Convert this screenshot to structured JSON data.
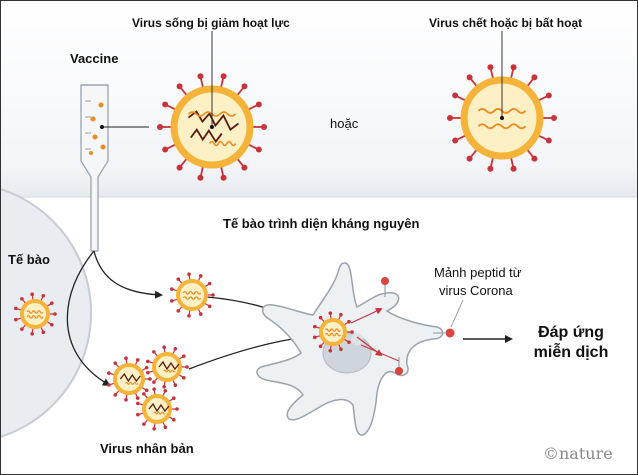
{
  "labels": {
    "live_virus": "Virus sống bị giảm hoạt lực",
    "dead_virus": "Virus chết hoặc bị bất hoạt",
    "vaccine": "Vaccine",
    "or": "hoặc",
    "apc": "Tế bào trình diện kháng nguyên",
    "cell": "Tế bào",
    "peptide_line1": "Mảnh peptid từ",
    "peptide_line2": "virus Corona",
    "response_line1": "Đáp ứng",
    "response_line2": "miễn dịch",
    "replicating": "Virus nhân bản",
    "credit": "©nature"
  },
  "colors": {
    "virus_fill": "#fdf0c4",
    "virus_ring": "#f6b33a",
    "spike": "#c8323a",
    "rna_live": "#5a1a12",
    "rna_orange": "#f08a1e",
    "cell_fill": "#e9edf2",
    "apc_fill": "#eef1f4"
  }
}
